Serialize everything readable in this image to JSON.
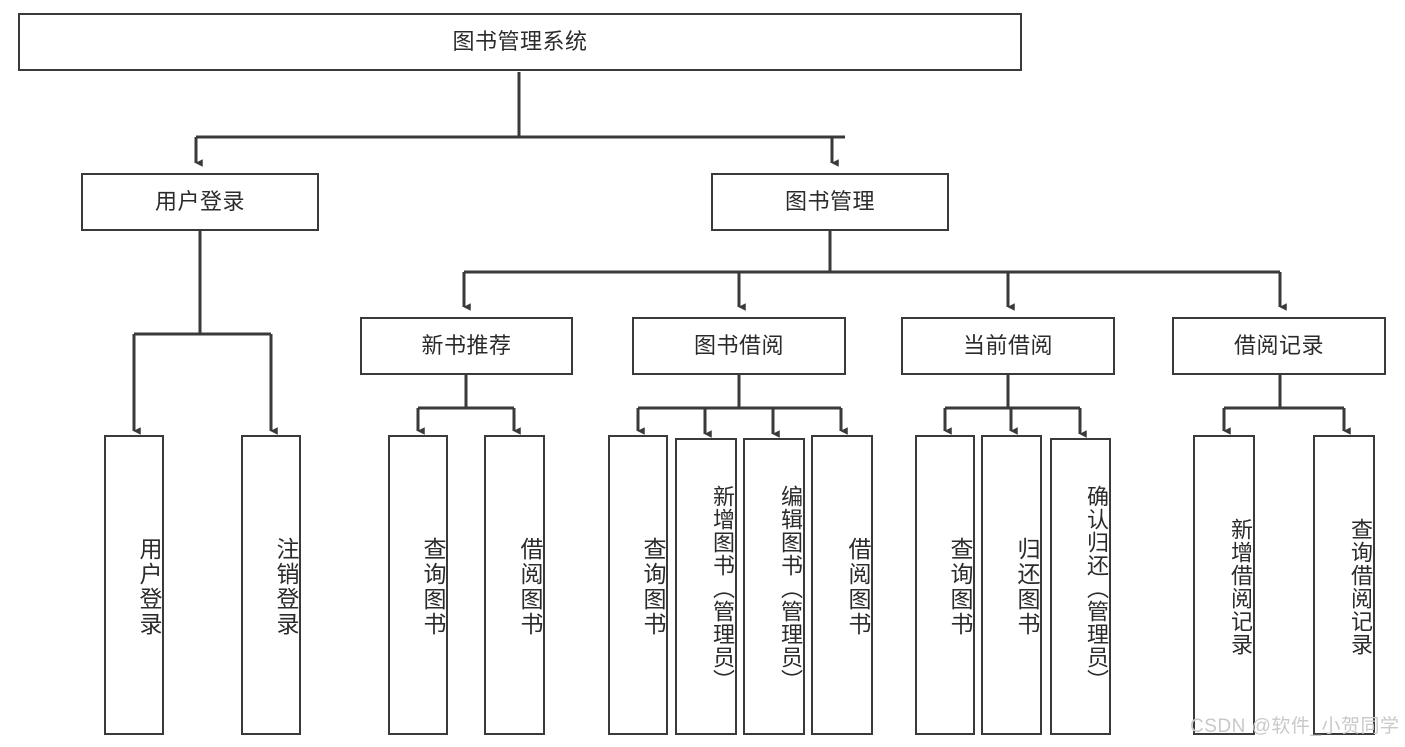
{
  "diagram": {
    "title": "图书管理系统",
    "watermark": "CSDN @软件_小贺同学",
    "colors": {
      "stroke": "#3a3a3a",
      "fill": "#ffffff",
      "text": "#2b2b2b",
      "watermark": "#c9c9c9"
    },
    "levels": {
      "root": {
        "label": "图书管理系统"
      },
      "level2": [
        {
          "label": "用户登录"
        },
        {
          "label": "图书管理"
        }
      ],
      "level3": [
        {
          "label": "新书推荐"
        },
        {
          "label": "图书借阅"
        },
        {
          "label": "当前借阅"
        },
        {
          "label": "借阅记录"
        }
      ],
      "leaves": {
        "user_login": [
          {
            "label": "用户登录"
          },
          {
            "label": "注销登录"
          }
        ],
        "new_book_recommend": [
          {
            "label": "查询图书"
          },
          {
            "label": "借阅图书"
          }
        ],
        "book_borrow": [
          {
            "label": "查询图书"
          },
          {
            "label": "新增图书（管理员）"
          },
          {
            "label": "编辑图书（管理员）"
          },
          {
            "label": "借阅图书"
          }
        ],
        "current_borrow": [
          {
            "label": "查询图书"
          },
          {
            "label": "归还图书"
          },
          {
            "label": "确认归还（管理员）"
          }
        ],
        "borrow_records": [
          {
            "label": "新增借阅记录"
          },
          {
            "label": "查询借阅记录"
          }
        ]
      }
    }
  }
}
